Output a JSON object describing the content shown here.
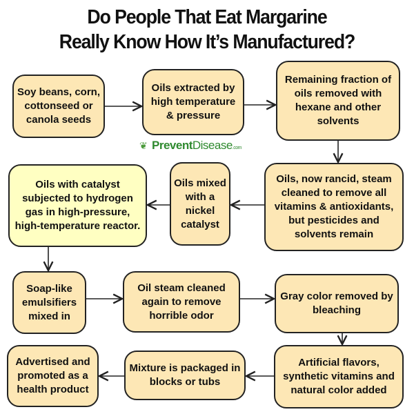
{
  "title": {
    "line1": "Do People That Eat Margarine",
    "line2": "Really Know How It’s Manufactured?"
  },
  "logo": {
    "part1": "Prevent",
    "part2": "Disease",
    ".com": ".com",
    "text": "PreventDisease.com"
  },
  "steps": [
    "Soy beans, corn, cottonseed or canola seeds",
    "Oils extracted by high temperature & pressure",
    "Remaining fraction of oils removed with hexane and other solvents",
    "Oils, now rancid, steam cleaned to remove all vitamins & antioxidants, but pesticides and solvents remain",
    "Oils mixed with a nickel catalyst",
    "Oils with catalyst subjected to hydrogen gas in high-pressure, high-temperature reactor.",
    "Soap-like emulsifiers mixed in",
    "Oil steam cleaned again to remove horrible odor",
    "Gray color removed by bleaching",
    "Artificial flavors, synthetic vitamins and natural color added",
    "Mixture is packaged in blocks or tubs",
    "Advertised and promoted as a health product"
  ],
  "colors": {
    "box": "#fde7b5",
    "highlight": "#ffffc2",
    "stroke": "#222222"
  }
}
